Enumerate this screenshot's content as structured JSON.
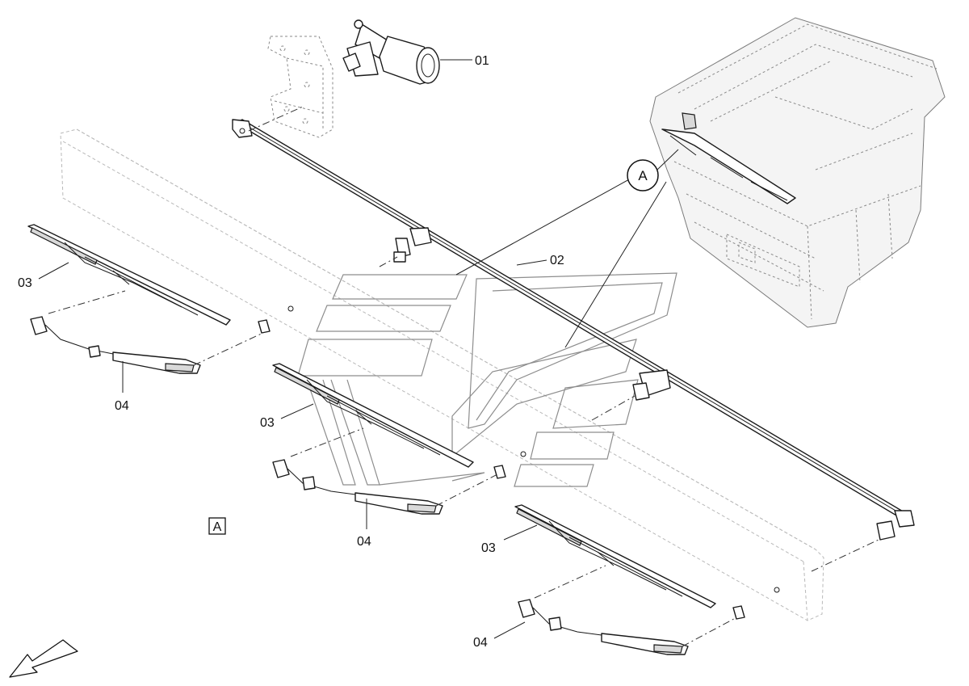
{
  "callouts": {
    "motor": "01",
    "linkage": "02",
    "blade_left": "03",
    "blade_center": "03",
    "blade_right": "03",
    "arm_left": "04",
    "arm_center": "04",
    "arm_right": "04"
  },
  "detail": {
    "circle_label": "A",
    "box_label": "A"
  },
  "icons": {
    "direction": "direction-arrow-icon"
  }
}
